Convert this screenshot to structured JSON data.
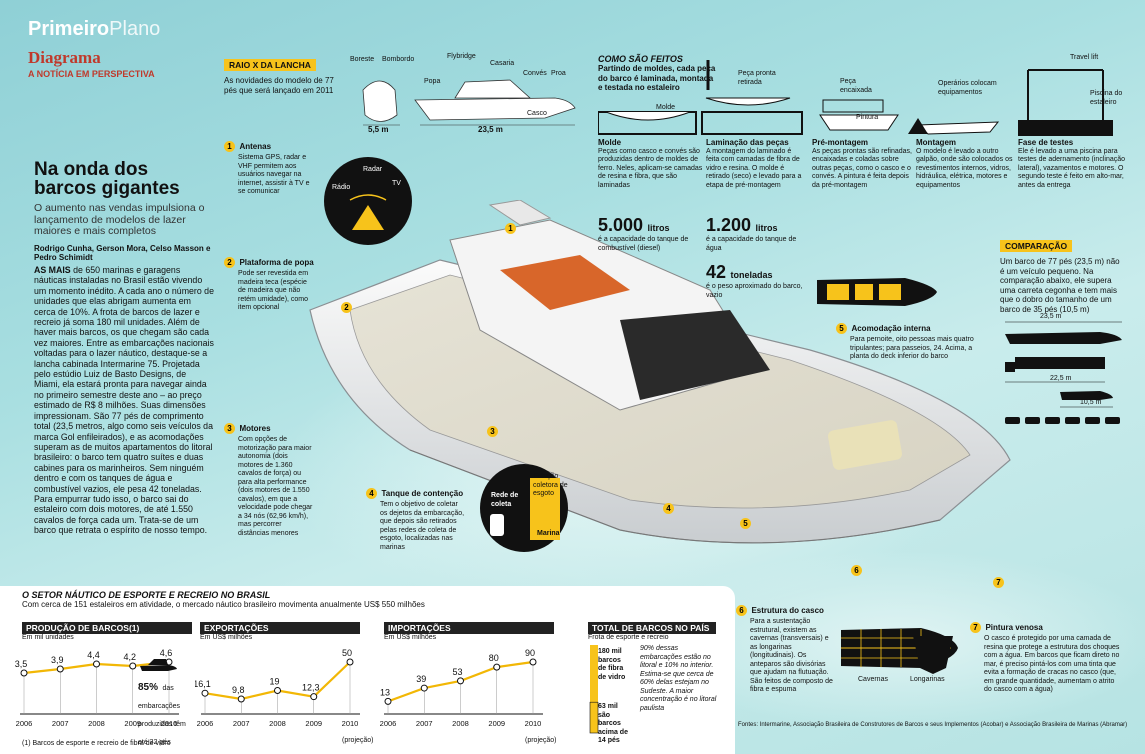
{
  "header": {
    "brand_primary": "Primeiro",
    "brand_secondary": "Plano",
    "section": "Diagrama",
    "section_sub": "A NOTÍCIA EM PERSPECTIVA"
  },
  "article": {
    "title": "Na onda dos barcos gigantes",
    "subtitle": "O aumento nas vendas impulsiona o lançamento de modelos de lazer maiores e mais completos",
    "authors": "Rodrigo Cunha, Gerson Mora, Celso Masson e Pedro Schimidt",
    "lead": "AS MAIS",
    "body": "de 650 marinas e garagens náuticas instaladas no Brasil estão vivendo um momento inédito. A cada ano o número de unidades que elas abrigam aumenta em cerca de 10%. A frota de barcos de lazer e recreio já soma 180 mil unidades. Além de haver mais barcos, os que chegam são cada vez maiores. Entre as embarcações nacionais voltadas para o lazer náutico, destaque-se a lancha cabinada Intermarine 75. Projetada pelo estúdio Luiz de Basto Designs, de Miami, ela estará pronta para navegar ainda no primeiro semestre deste ano – ao preço estimado de R$ 8 milhões. Suas dimensões impressionam. São 77 pés de comprimento total (23,5 metros, algo como seis veículos da marca Gol enfileirados), e as acomodações superam as de muitos apartamentos do litoral brasileiro: o barco tem quatro suítes e duas cabines para os marinheiros. Sem ninguém dentro e com os tanques de água e combustível vazios, ele pesa 42 toneladas. Para empurrar tudo isso, o barco sai do estaleiro com dois motores, de até 1.550 cavalos de força cada um. Trata-se de um barco que retrata o espírito de nosso tempo."
  },
  "raiox": {
    "label": "RAIO X DA LANCHA",
    "text": "As novidades do modelo de 77 pés que será lançado em 2011",
    "view_labels": [
      "Boreste",
      "Bombordo",
      "Flybridge",
      "Casaria",
      "Popa",
      "Convés",
      "Proa",
      "Casco"
    ],
    "dim_width": "5,5 m",
    "dim_length": "23,5 m"
  },
  "callouts": [
    {
      "n": "1",
      "title": "Antenas",
      "text": "Sistema GPS, radar e VHF permitem aos usuários navegar na internet, assistir à TV e se comunicar"
    },
    {
      "n": "2",
      "title": "Plataforma de popa",
      "text": "Pode ser revestida em madeira teca (espécie de madeira que não retém umidade), como item opcional"
    },
    {
      "n": "3",
      "title": "Motores",
      "text": "Com opções de motorização para maior autonomia (dois motores de 1.360 cavalos de força) ou para alta performance (dois motores de 1.550 cavalos), em que a velocidade pode chegar a 34 nós (62,96 km/h), mas percorrer distâncias menores"
    },
    {
      "n": "4",
      "title": "Tanque de contenção",
      "text": "Tem o objetivo de coletar os dejetos da embarcação, que depois são retirados pelas redes de coleta de esgoto, localizadas nas marinas"
    },
    {
      "n": "5",
      "title": "Acomodação interna",
      "text": "Para pernoite, oito pessoas mais quatro tripulantes; para passeios, 24. Acima, a planta do deck inferior do barco"
    },
    {
      "n": "6",
      "title": "Estrutura do casco",
      "text": "Para a sustentação estrutural, existem as cavernas (transversais) e as longarinas (longitudinais). Os anteparos são divisórias que ajudam na flutuação. São feitos de composto de fibra e espuma"
    },
    {
      "n": "7",
      "title": "Pintura venosa",
      "text": "O casco é protegido por uma camada de resina que protege a estrutura dos choques com a água. Em barcos que ficam direto no mar, é preciso pintá-los com uma tinta que evita a formação de cracas no casco (que, em grande quantidade, aumentam o atrito do casco com a água)"
    }
  ],
  "antenna_labels": [
    "Radar",
    "Rádio",
    "TV"
  ],
  "sewage_labels": [
    "Rede de coleta",
    "Estação coletora de esgoto",
    "Marina"
  ],
  "process": {
    "title": "COMO SÃO FEITOS",
    "intro": "Partindo de moldes, cada peça do barco é laminada, montada e testada no estaleiro",
    "diagram_labels": [
      "Molde",
      "Peça pronta retirada",
      "Peça encaixada",
      "Pintura",
      "Operários colocam equipamentos",
      "Travel lift",
      "Piscina do estaleiro"
    ],
    "steps": [
      {
        "title": "Molde",
        "text": "Peças como casco e convés são produzidas dentro de moldes de ferro. Neles, aplicam-se camadas de resina e fibra, que são laminadas"
      },
      {
        "title": "Laminação das peças",
        "text": "A montagem do laminado é feita com camadas de fibra de vidro e resina. O molde é retirado (seco) e levado para a etapa de pré-montagem"
      },
      {
        "title": "Pré-montagem",
        "text": "As peças prontas são refinadas, encaixadas e coladas sobre outras peças, como o casco e o convés. A pintura é feita depois da pré-montagem"
      },
      {
        "title": "Montagem",
        "text": "O modelo é levado a outro galpão, onde são colocados os revestimentos internos, vidros, hidráulica, elétrica, motores e equipamentos"
      },
      {
        "title": "Fase de testes",
        "text": "Ele é levado a uma piscina para testes de adernamento (inclinação lateral), vazamentos e motores. O segundo teste é feito em alto-mar, antes da entrega"
      }
    ]
  },
  "specs": [
    {
      "value": "5.000",
      "unit": "litros",
      "text": "é a capacidade do tanque de combustível (diesel)"
    },
    {
      "value": "1.200",
      "unit": "litros",
      "text": "é a capacidade do tanque de água"
    },
    {
      "value": "42",
      "unit": "toneladas",
      "text": "é o peso aproximado do barco, vazio"
    }
  ],
  "comparison": {
    "title": "COMPARAÇÃO",
    "text": "Um barco de 77 pés (23,5 m) não é um veículo pequeno. Na comparação abaixo, ele supera uma carreta cegonha e tem mais que o dobro do tamanho de um barco de 35 pés (10,5 m)",
    "dims": [
      "23,5 m",
      "22,5 m",
      "10,5 m"
    ]
  },
  "hull_labels": [
    "Cavernas",
    "Longarinas"
  ],
  "sector": {
    "title": "O SETOR NÁUTICO DE ESPORTE E RECREIO NO BRASIL",
    "subtitle": "Com cerca de 151 estaleiros em atividade, o mercado náutico brasileiro movimenta anualmente US$ 550 milhões",
    "footnote": "(1) Barcos de esporte e recreio de fibra de vidro",
    "projection": "(projeção)",
    "sources": "Fontes: Intermarine, Associação Brasileira de Construtores de Barcos e seus Implementos (Acobar) e Associação Brasileira de Marinas (Abramar)"
  },
  "chart_data": [
    {
      "type": "line",
      "title": "PRODUÇÃO DE BARCOS(1)",
      "ylabel": "Em mil unidades",
      "x": [
        "2006",
        "2007",
        "2008",
        "2009",
        "2010"
      ],
      "values": [
        3.5,
        3.9,
        4.4,
        4.2,
        4.6
      ],
      "labels": [
        "3,5",
        "3,9",
        "4,4",
        "4,2",
        "4,6"
      ],
      "annotation": {
        "value": "85%",
        "text": "das embarcações produzidas têm até 32 pés"
      }
    },
    {
      "type": "line",
      "title": "EXPORTAÇÕES",
      "ylabel": "Em US$ milhões",
      "x": [
        "2006",
        "2007",
        "2008",
        "2009",
        "2010"
      ],
      "values": [
        16.1,
        9.8,
        19,
        12.3,
        50
      ],
      "labels": [
        "16,1",
        "9,8",
        "19",
        "12,3",
        "50"
      ]
    },
    {
      "type": "line",
      "title": "IMPORTAÇÕES",
      "ylabel": "Em US$ milhões",
      "x": [
        "2006",
        "2007",
        "2008",
        "2009",
        "2010"
      ],
      "values": [
        13,
        39,
        53,
        80,
        90
      ],
      "labels": [
        "13",
        "39",
        "53",
        "80",
        "90"
      ]
    },
    {
      "type": "bar",
      "title": "TOTAL DE BARCOS NO PAÍS",
      "ylabel": "Frota de esporte e recreio",
      "categories": [
        "180 mil barcos de fibra de vidro",
        "63 mil são barcos acima de 14 pés"
      ],
      "values": [
        180,
        63
      ],
      "notes": [
        "90% dessas embarcações estão no litoral e 10% no interior. Estima-se que cerca de 60% delas estejam no Sudeste. A maior concentração é no litoral paulista"
      ]
    }
  ]
}
